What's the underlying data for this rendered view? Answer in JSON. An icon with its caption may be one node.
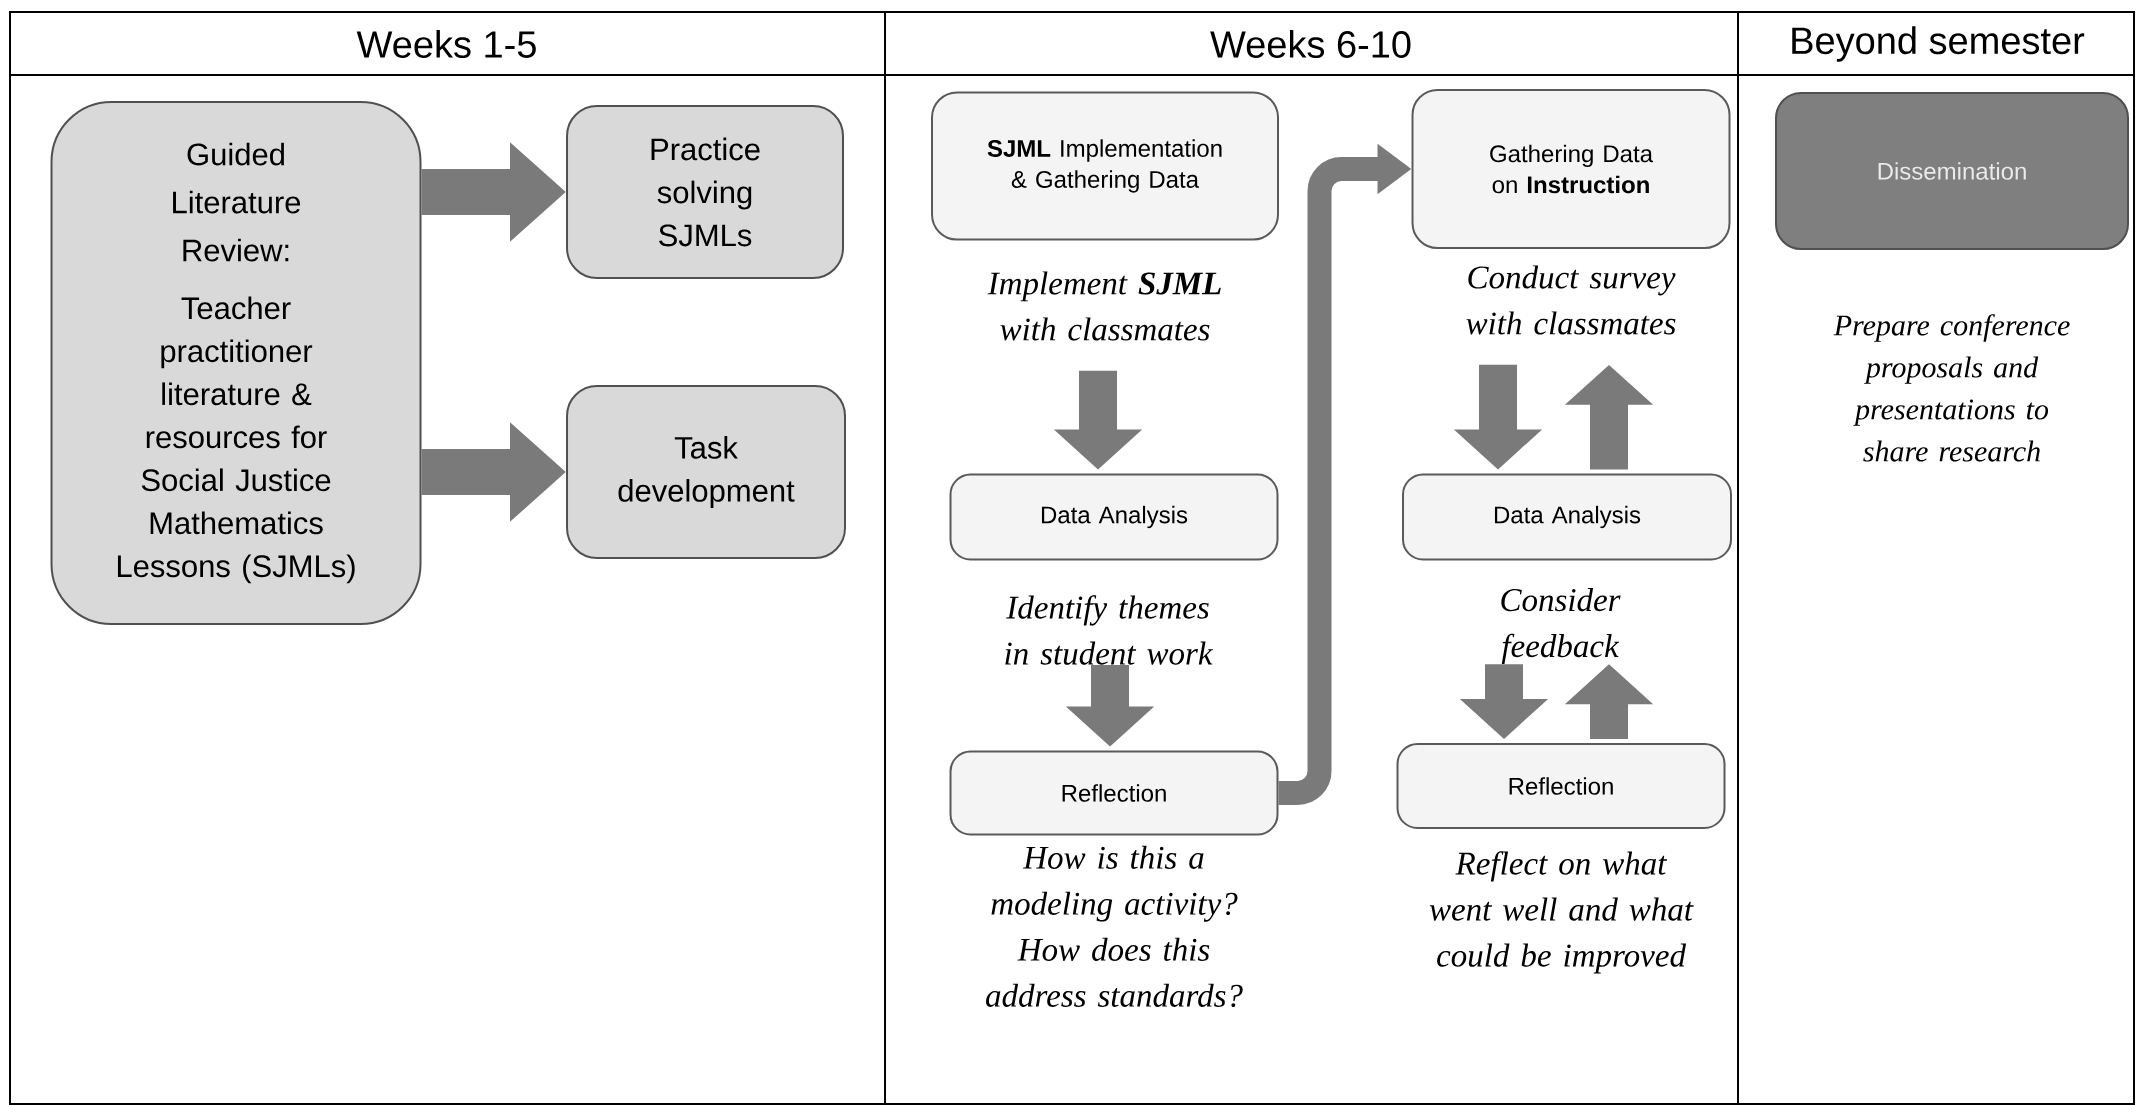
{
  "diagram": {
    "nodes": [
      {
        "text": [
          "Guided Literature Review:",
          "Teacher practitioner literature & resources for Social Justice Mathematics Lessons (SJMLs)"
        ]
      },
      {
        "text": [
          "Practice solving SJMLs"
        ]
      },
      {
        "text": [
          "Task development"
        ]
      },
      {
        "text": [
          "**SJML** Implementation & Gathering Data"
        ]
      },
      {
        "text": [
          "Implement **SJML** with classmates"
        ]
      },
      {
        "text": [
          "Data Analysis"
        ]
      },
      {
        "text": [
          "Identify themes in student work"
        ]
      },
      {
        "text": [
          "Reflection"
        ],
        "beside": [
          "How is this a modeling activity? How does this address standards?"
        ]
      },
      {
        "text": [
          "Gathering Data on **Instruction**"
        ]
      },
      {
        "text": [
          "Conduct survey with classmates"
        ]
      },
      {
        "text": [
          "Data Analysis"
        ]
      },
      {
        "text": [
          "Consider feedback"
        ]
      },
      {
        "text": [
          "Reflection"
        ],
        "beside": [
          "Reflect on what went well and what could be improved"
        ]
      },
      {
        "text": [
          "Dissemination"
        ],
        "beside": [
          "Prepare conference proposals and presentations to share research"
        ]
      }
    ],
    "edges": [
      {
        "from": 0,
        "to": 1,
        "arrow": "to"
      },
      {
        "from": 0,
        "to": 2,
        "arrow": "to"
      },
      {
        "from": 4,
        "to": 5,
        "arrow": "to"
      },
      {
        "from": 6,
        "to": 7,
        "arrow": "to"
      },
      {
        "from": 7,
        "to": 8,
        "arrow": "to"
      },
      {
        "from": 9,
        "to": 10,
        "arrow": "to"
      },
      {
        "from": 10,
        "to": 9,
        "arrow": "to"
      },
      {
        "from": 11,
        "to": 12,
        "arrow": "to"
      },
      {
        "from": 12,
        "to": 11,
        "arrow": "to"
      }
    ],
    "labels": [
      "Weeks 1-5",
      "Weeks 6-10",
      "Beyond semester"
    ]
  }
}
